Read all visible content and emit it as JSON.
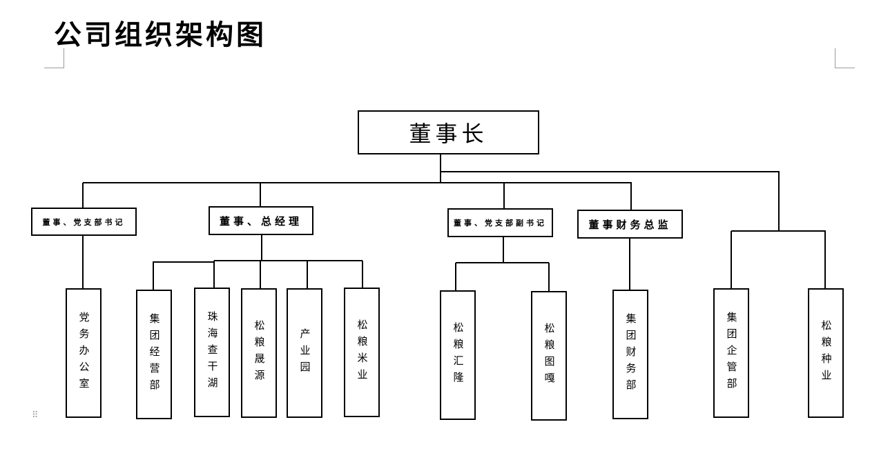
{
  "title": "公司组织架构图",
  "root": "董事长",
  "level1": {
    "party_secretary": "董事、党支部书记",
    "general_manager": "董事、总经理",
    "party_deputy": "董事、党支部副书记",
    "finance_director": "董事财务总监"
  },
  "departments": {
    "party_office": "党务办公室",
    "group_operations": "集团经营部",
    "zhuhai_chaganhu": "珠海查干湖",
    "songliang_shengyuan": "松粮晟源",
    "industrial_park": "产业园",
    "songliang_rice": "松粮米业",
    "songliang_huilong": "松粮汇隆",
    "songliang_tuga": "松粮图嘎",
    "group_finance": "集团财务部",
    "group_enterprise_mgmt": "集团企管部",
    "songliang_seed": "松粮种业"
  }
}
